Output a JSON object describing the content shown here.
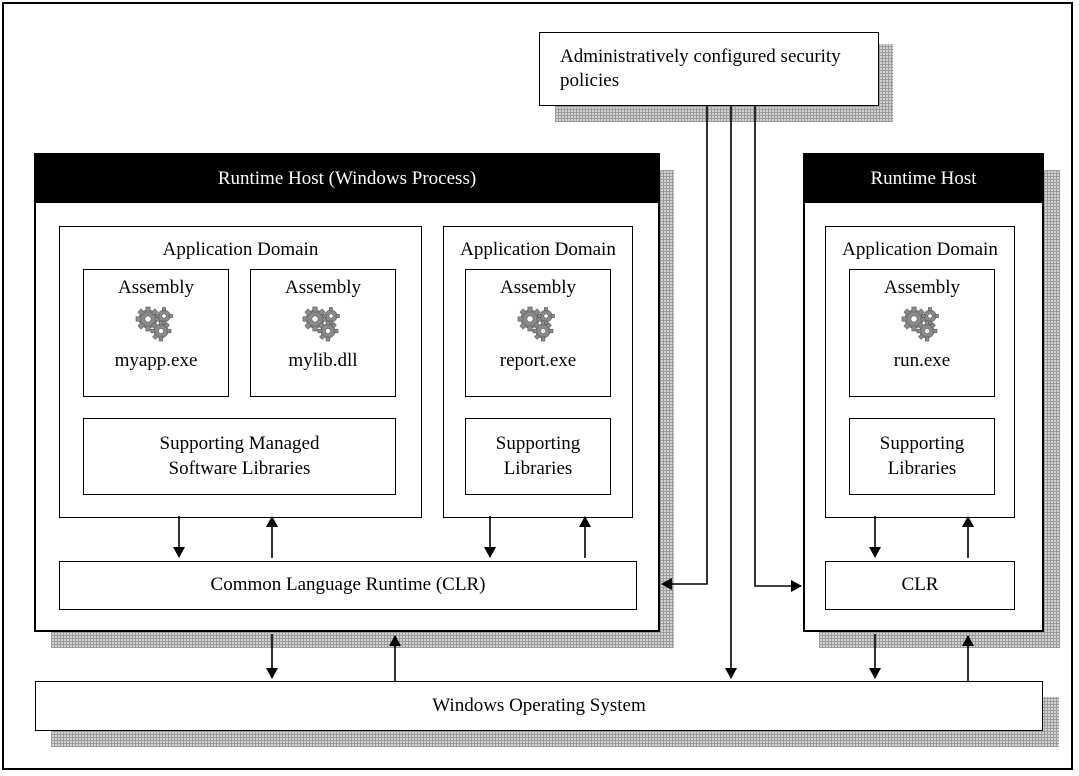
{
  "security_policies": {
    "label": "Administratively configured security policies"
  },
  "host_left": {
    "title": "Runtime Host (Windows Process)",
    "domain_a": {
      "title": "Application Domain",
      "assemblies": [
        {
          "heading": "Assembly",
          "file": "myapp.exe",
          "icon": "gears-icon"
        },
        {
          "heading": "Assembly",
          "file": "mylib.dll",
          "icon": "gears-icon"
        }
      ],
      "libraries": "Supporting Managed Software Libraries"
    },
    "domain_b": {
      "title": "Application Domain",
      "assembly": {
        "heading": "Assembly",
        "file": "report.exe",
        "icon": "gears-icon"
      },
      "libraries": "Supporting Libraries"
    },
    "clr": "Common Language Runtime (CLR)"
  },
  "host_right": {
    "title": "Runtime Host",
    "domain": {
      "title": "Application Domain",
      "assembly": {
        "heading": "Assembly",
        "file": "run.exe",
        "icon": "gears-icon"
      },
      "libraries": "Supporting Libraries"
    },
    "clr": "CLR"
  },
  "os": {
    "label": "Windows Operating System"
  },
  "colors": {
    "header_bg": "#000000",
    "header_text": "#ffffff",
    "shadow": "#b0b0b0"
  }
}
